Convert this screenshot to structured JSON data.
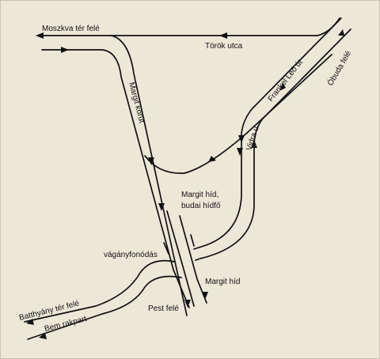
{
  "map": {
    "background_color": "#ede7d8",
    "line_color": "#111111",
    "labels": {
      "moszkva_ter": "Moszkva tér felé",
      "torok_utca": "Török utca",
      "margit_korut": "Margit körút",
      "frankel_leo_ut": "Frankel Leó út",
      "obuda": "Óbuda felé",
      "vidra_u": "Vidra u.",
      "margit_hid_budai": "Margit híd,",
      "budai_hidfo": "budai hídfő",
      "vagany_fonodas": "vágányfonódás",
      "margit_hid": "Margit híd",
      "pest": "Pest felé",
      "batthyany": "Batthyány tér felé",
      "bem_rakpart": "Bem rakpart"
    }
  }
}
